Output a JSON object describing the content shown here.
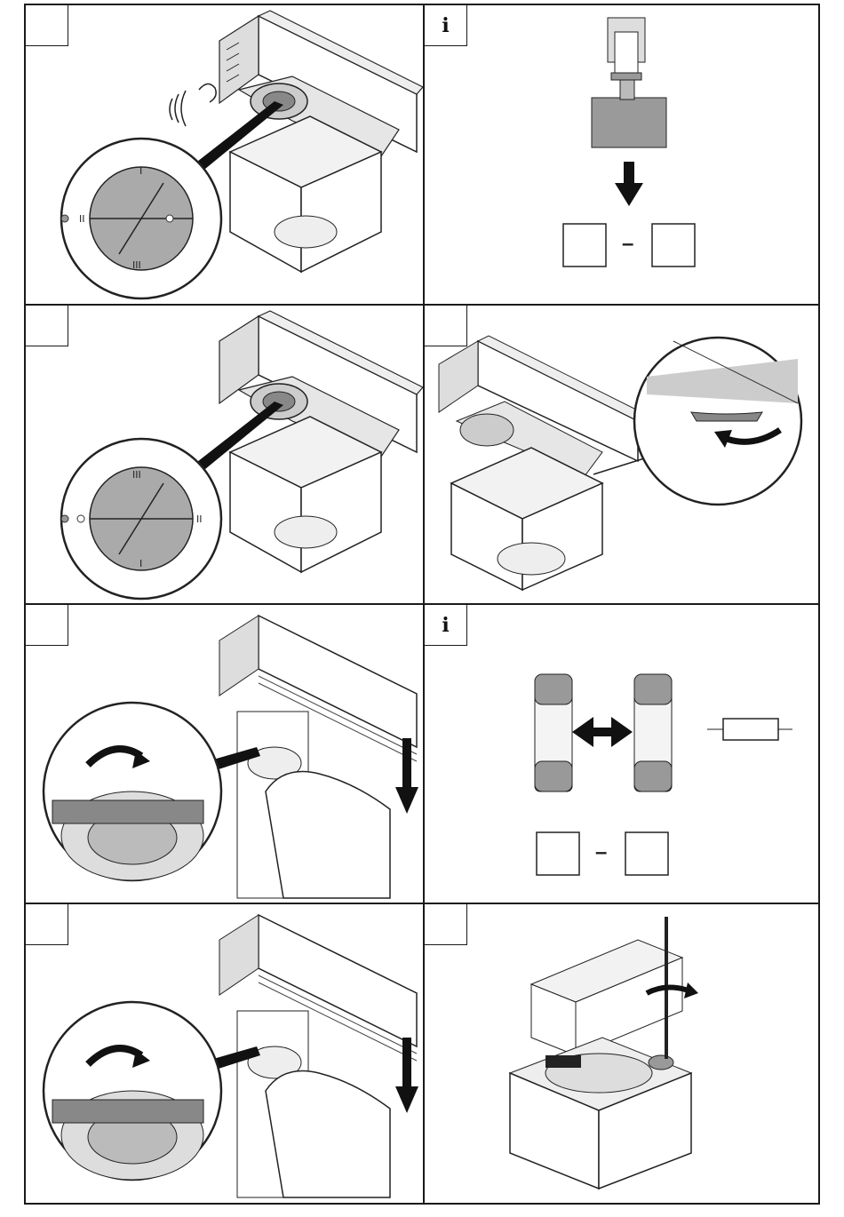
{
  "info_icon_glyph": "i",
  "panels": [
    {
      "id": "p1",
      "type": "step",
      "illustration": "track-adapter-dial-position-1"
    },
    {
      "id": "p2",
      "type": "info",
      "illustration": "adapter-side-view-dimension"
    },
    {
      "id": "p3",
      "type": "step",
      "illustration": "track-adapter-dial-position-2"
    },
    {
      "id": "p4",
      "type": "step",
      "illustration": "rotate-adapter-into-track"
    },
    {
      "id": "p5",
      "type": "step",
      "illustration": "hand-turn-lever"
    },
    {
      "id": "p6",
      "type": "info",
      "illustration": "fuse-replacement"
    },
    {
      "id": "p7",
      "type": "step",
      "illustration": "hand-turn-lever-repeat"
    },
    {
      "id": "p8",
      "type": "step",
      "illustration": "screwdriver-adapter"
    }
  ],
  "range_separator": "–"
}
